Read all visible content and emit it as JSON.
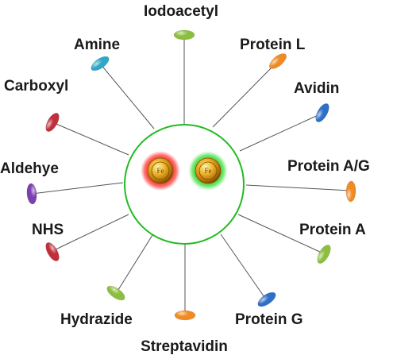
{
  "diagram": {
    "center": {
      "particles": [
        {
          "label": "Fe",
          "glow_color": "#e00000"
        },
        {
          "label": "Fe",
          "glow_color": "#22c022"
        }
      ],
      "ring_color": "#22bb22"
    },
    "ligands": [
      {
        "id": "iodoacetyl",
        "label": "Iodoacetyl",
        "color": "#8cbf3f"
      },
      {
        "id": "protein-l",
        "label": "Protein L",
        "color": "#f08a24"
      },
      {
        "id": "avidin",
        "label": "Avidin",
        "color": "#2e6fc7"
      },
      {
        "id": "protein-ag",
        "label": "Protein A/G",
        "color": "#f08a24"
      },
      {
        "id": "protein-a",
        "label": "Protein A",
        "color": "#8cbf3f"
      },
      {
        "id": "protein-g",
        "label": "Protein G",
        "color": "#2e6fc7"
      },
      {
        "id": "streptavidin",
        "label": "Streptavidin",
        "color": "#f08a24"
      },
      {
        "id": "hydrazide",
        "label": "Hydrazide",
        "color": "#8cbf3f"
      },
      {
        "id": "nhs",
        "label": "NHS",
        "color": "#c0303a"
      },
      {
        "id": "aldehye",
        "label": "Aldehye",
        "color": "#7b3fb0"
      },
      {
        "id": "carboxyl",
        "label": "Carboxyl",
        "color": "#c0303a"
      },
      {
        "id": "amine",
        "label": "Amine",
        "color": "#2ea8c8"
      }
    ]
  }
}
